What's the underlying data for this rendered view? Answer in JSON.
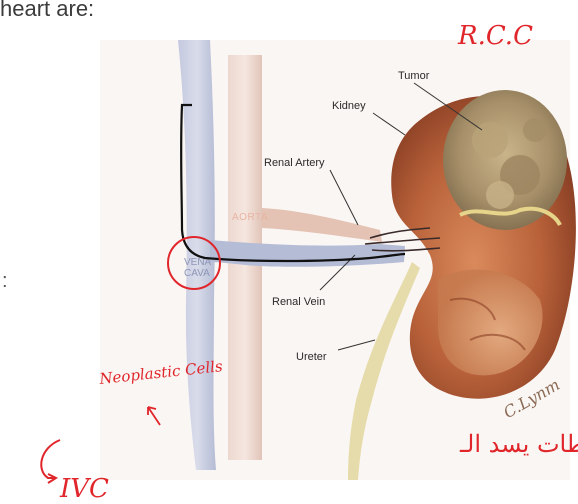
{
  "page": {
    "heading": "heart are:",
    "side_colon": ":"
  },
  "figure": {
    "labels": {
      "tumor": "Tumor",
      "kidney": "Kidney",
      "renal_artery": "Renal Artery",
      "aorta": "AORTA",
      "vena_line1": "VENA",
      "vena_line2": "CAVA",
      "renal_vein": "Renal Vein",
      "ureter": "Ureter"
    },
    "signature": "C.Lynm"
  },
  "annotations": {
    "rcc": "R.C.C",
    "neoplastic": "Neoplastic Cells",
    "arabic": "يكون عمود من الجلطات يسد الـ",
    "ivc": "IVC",
    "ink_red": "#e0262b",
    "ink_black": "#111111"
  }
}
